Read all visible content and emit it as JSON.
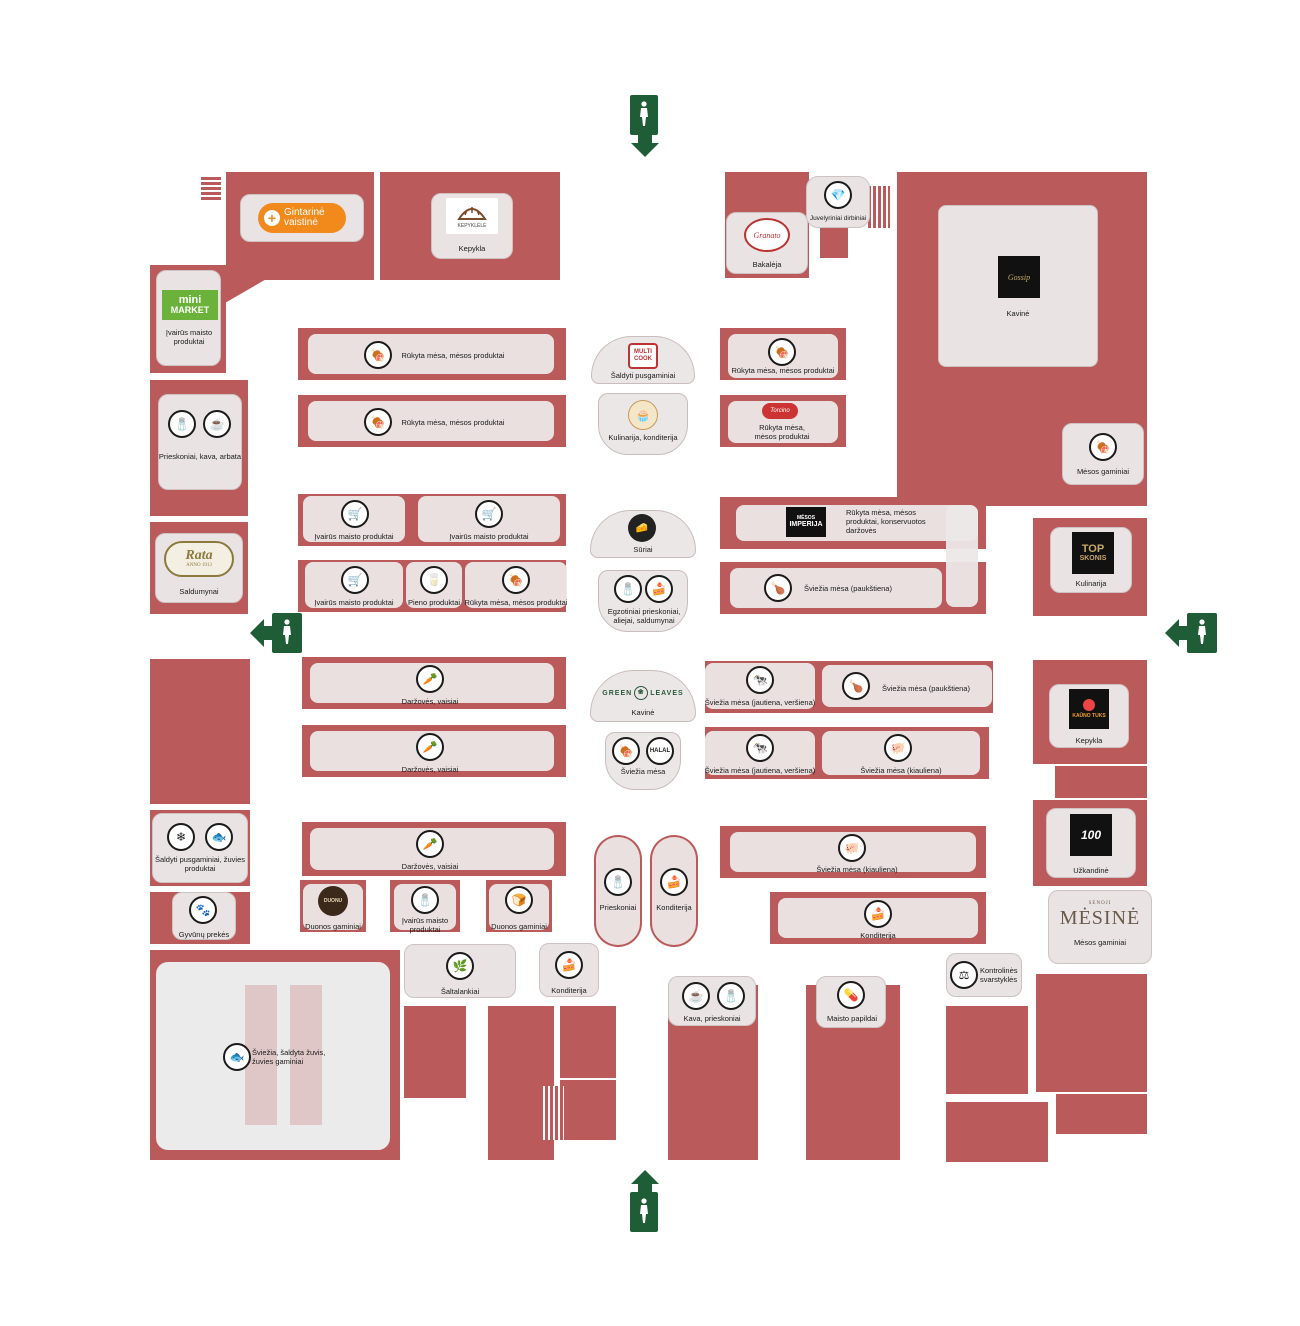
{
  "map": {
    "brand_color": "#bb5a5a",
    "tile_color": "#e9e3e3",
    "exit_color": "#1f5d36"
  },
  "logos": {
    "gintarine": "Gintarinė vaistinė",
    "gintarine_l1": "Gintarinė",
    "gintarine_l2": "vaistinė",
    "kepykla_top": "KEPYKLĖLĖ",
    "mini": "mini",
    "market": "MARKET",
    "granato": "Granato",
    "gossip": "Gossip",
    "multi": "MULTI",
    "cook": "COOK",
    "rata": "Rata",
    "anno": "ANNO 1913",
    "mesos": "MĖSOS",
    "imperija": "IMPERIJA",
    "top": "TOP",
    "skonis": "SKONIS",
    "green": "GREEN",
    "leaves": "LEAVES",
    "halal": "HALAL",
    "seniji": "SENOJI",
    "mesine": "MĖSINĖ",
    "torcino": "Torcino",
    "kaunas_tuks": "KAŪNO TUKS",
    "duonu": "DUONU"
  },
  "shops": {
    "kepykla_top": "Kepykla",
    "bakaleja": "Bakalėja",
    "juvelyriniai": "Juvelyriniai dirbiniai",
    "kavine_top": "Kavinė",
    "ivairus_minimarket": "Įvairūs maisto produktai",
    "rukyta_1": "Rūkyta mėsa, mėsos produktai",
    "rukyta_2": "Rūkyta mėsa, mėsos produktai",
    "saldyti_pusgaminiai": "Šaldyti pusgaminiai",
    "rukyta_3": "Rūkyta mėsa, mėsos produktai",
    "kulinarija_konditerija": "Kulinarija, konditerija",
    "rukyta_4": "Rūkyta mėsa, mėsos produktai",
    "mesos_gaminiai_right": "Mėsos gaminiai",
    "prieskoniai_kava_arbata": "Prieskoniai, kava, arbata",
    "ivairus_1": "Įvairūs maisto produktai",
    "ivairus_2": "Įvairūs maisto produktai",
    "surial": "Sūriai",
    "rukyta_konservuotos": "Rūkyta mėsa, mėsos produktai, konservuotos daržovės",
    "kulinarija_right": "Kulinarija",
    "saldumynai": "Saldumynai",
    "ivairus_3": "Įvairūs maisto produktai",
    "pieno": "Pieno produktai",
    "rukyta_5": "Rūkyta mėsa, mėsos produktai",
    "egzotiniai": "Egzotiniai prieskoniai, aliejai, saldumynai",
    "sviezia_paukstiena_1": "Šviežia mėsa (paukštiena)",
    "darzoves_1": "Daržovės, vaisiai",
    "kavine_mid": "Kavinė",
    "sviezia_jautiena_1": "Šviežia mėsa (jautiena, veršiena)",
    "sviezia_paukstiena_2": "Šviežia mėsa (paukštiena)",
    "kepykla_right": "Kepykla",
    "darzoves_2": "Daržovės, vaisiai",
    "sviezia_mesa_halal": "Šviežia mėsa",
    "sviezia_jautiena_2": "Šviežia mėsa (jautiena, veršiena)",
    "sviezia_kiauliena_1": "Šviežia mėsa (kiauliena)",
    "saldyti_zuvies": "Šaldyti pusgaminiai, žuvies produktai",
    "darzoves_3": "Daržovės, vaisiai",
    "sviezia_kiauliena_2": "Šviežia mėsa (kiauliena)",
    "uzkandine": "Užkandinė",
    "duonos_1": "Duonos gaminiai",
    "ivairus_4": "Įvairūs maisto produktai",
    "duonos_2": "Duonos gaminiai",
    "prieskoniai": "Prieskoniai",
    "konditerija_1": "Konditerija",
    "konditerija_2": "Konditerija",
    "mesos_gaminiai_mesine": "Mėsos gaminiai",
    "gyvunu": "Gyvūnų prekės",
    "saltalankiai": "Šaltalankiai",
    "konditerija_3": "Konditerija",
    "kava_prieskoniai": "Kava, prieskoniai",
    "maisto_papildai": "Maisto papildai",
    "kontrolines": "Kontrolinės svarstyklės",
    "zuvis": "Šviežia, šaldyta žuvis, žuvies gaminiai"
  }
}
